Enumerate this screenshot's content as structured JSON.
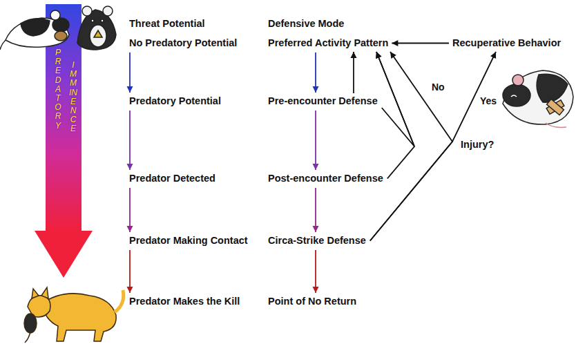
{
  "diagram": {
    "nodes": [
      {
        "text": [
          "No Predatory Potential"
        ]
      },
      {
        "text": [
          "Preferred Activity Pattern"
        ]
      },
      {
        "text": [
          "Recuperative Behavior"
        ]
      },
      {
        "text": [
          "Predatory Potential"
        ]
      },
      {
        "text": [
          "Pre-encounter Defense"
        ]
      },
      {
        "text": [
          "Predator Detected"
        ]
      },
      {
        "text": [
          "Post-encounter Defense"
        ]
      },
      {
        "text": [
          "Predator Making Contact"
        ]
      },
      {
        "text": [
          "Circa-Strike Defense"
        ]
      },
      {
        "text": [
          "Predator Makes the Kill"
        ]
      },
      {
        "text": [
          "Point of No Return"
        ]
      }
    ],
    "edges": [
      {
        "from": 0,
        "to": 3,
        "arrow": "to"
      },
      {
        "from": 3,
        "to": 5,
        "arrow": "to"
      },
      {
        "from": 5,
        "to": 7,
        "arrow": "to"
      },
      {
        "from": 7,
        "to": 9,
        "arrow": "to"
      },
      {
        "from": 1,
        "to": 4,
        "arrow": "to"
      },
      {
        "from": 4,
        "to": 6,
        "arrow": "to"
      },
      {
        "from": 6,
        "to": 8,
        "arrow": "to"
      },
      {
        "from": 8,
        "to": 10,
        "arrow": "to"
      },
      {
        "from": 2,
        "to": 1,
        "arrow": "to"
      },
      {
        "from": 4,
        "to": 1,
        "arrow": "to"
      },
      {
        "from": 4,
        "to": 1,
        "arrow": "to"
      },
      {
        "from": 6,
        "to": 1,
        "arrow": "to"
      },
      {
        "from": 8,
        "to": 1,
        "label": "No",
        "arrow": "to"
      },
      {
        "from": 8,
        "to": 2,
        "label": "Yes",
        "arrow": "to"
      }
    ],
    "labels": [
      "Threat Potential",
      "Defensive Mode",
      "PREDATORY",
      "IMMINENCE",
      "Injury?"
    ]
  }
}
